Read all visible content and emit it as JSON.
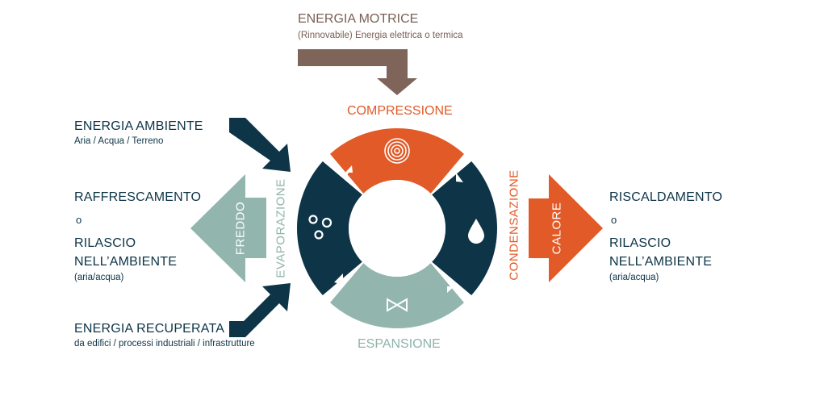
{
  "top": {
    "title": "ENERGIA MOTRICE",
    "subtitle": "(Rinnovabile) Energia elettrica o termica"
  },
  "left": {
    "ambient": {
      "title": "ENERGIA AMBIENTE",
      "subtitle": "Aria / Acqua / Terreno"
    },
    "cooling": {
      "line1": "RAFFRESCAMENTO",
      "or": "o",
      "line2": "RILASCIO",
      "line3": "NELL’AMBIENTE",
      "note": "(aria/acqua)"
    },
    "recovered": {
      "title": "ENERGIA RECUPERATA",
      "subtitle": "da edifici / processi industriali / infrastrutture"
    },
    "cold_arrow": "FREDDO",
    "evaporation": "EVAPORAZIONE"
  },
  "right": {
    "heating": {
      "line1": "RISCALDAMENTO",
      "or": "o",
      "line2": "RILASCIO",
      "line3": "NELL’AMBIENTE",
      "note": "(aria/acqua)"
    },
    "heat_arrow": "CALORE",
    "condensation": "CONDENSAZIONE"
  },
  "cycle": {
    "compression": "COMPRESSIONE",
    "expansion": "ESPANSIONE"
  },
  "colors": {
    "navy": "#0d3447",
    "orange": "#e25a27",
    "sage": "#92b5ad",
    "brown": "#7f6459"
  },
  "icons": [
    "compressor-icon",
    "bubbles-icon",
    "droplet-icon",
    "valve-icon"
  ]
}
